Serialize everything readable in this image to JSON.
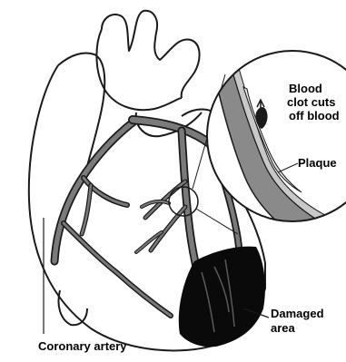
{
  "labels": {
    "blood_clot_line1": "Blood",
    "blood_clot_line2": "clot cuts",
    "blood_clot_line3": "off blood",
    "plaque": "Plaque",
    "damaged_line1": "Damaged",
    "damaged_line2": "area",
    "coronary_artery": "Coronary artery"
  },
  "colors": {
    "outline": "#1a1a1a",
    "artery": "#7a7a7a",
    "artery_light": "#a9a9a9",
    "damaged": "#0a0a0a",
    "background": "#ffffff"
  }
}
